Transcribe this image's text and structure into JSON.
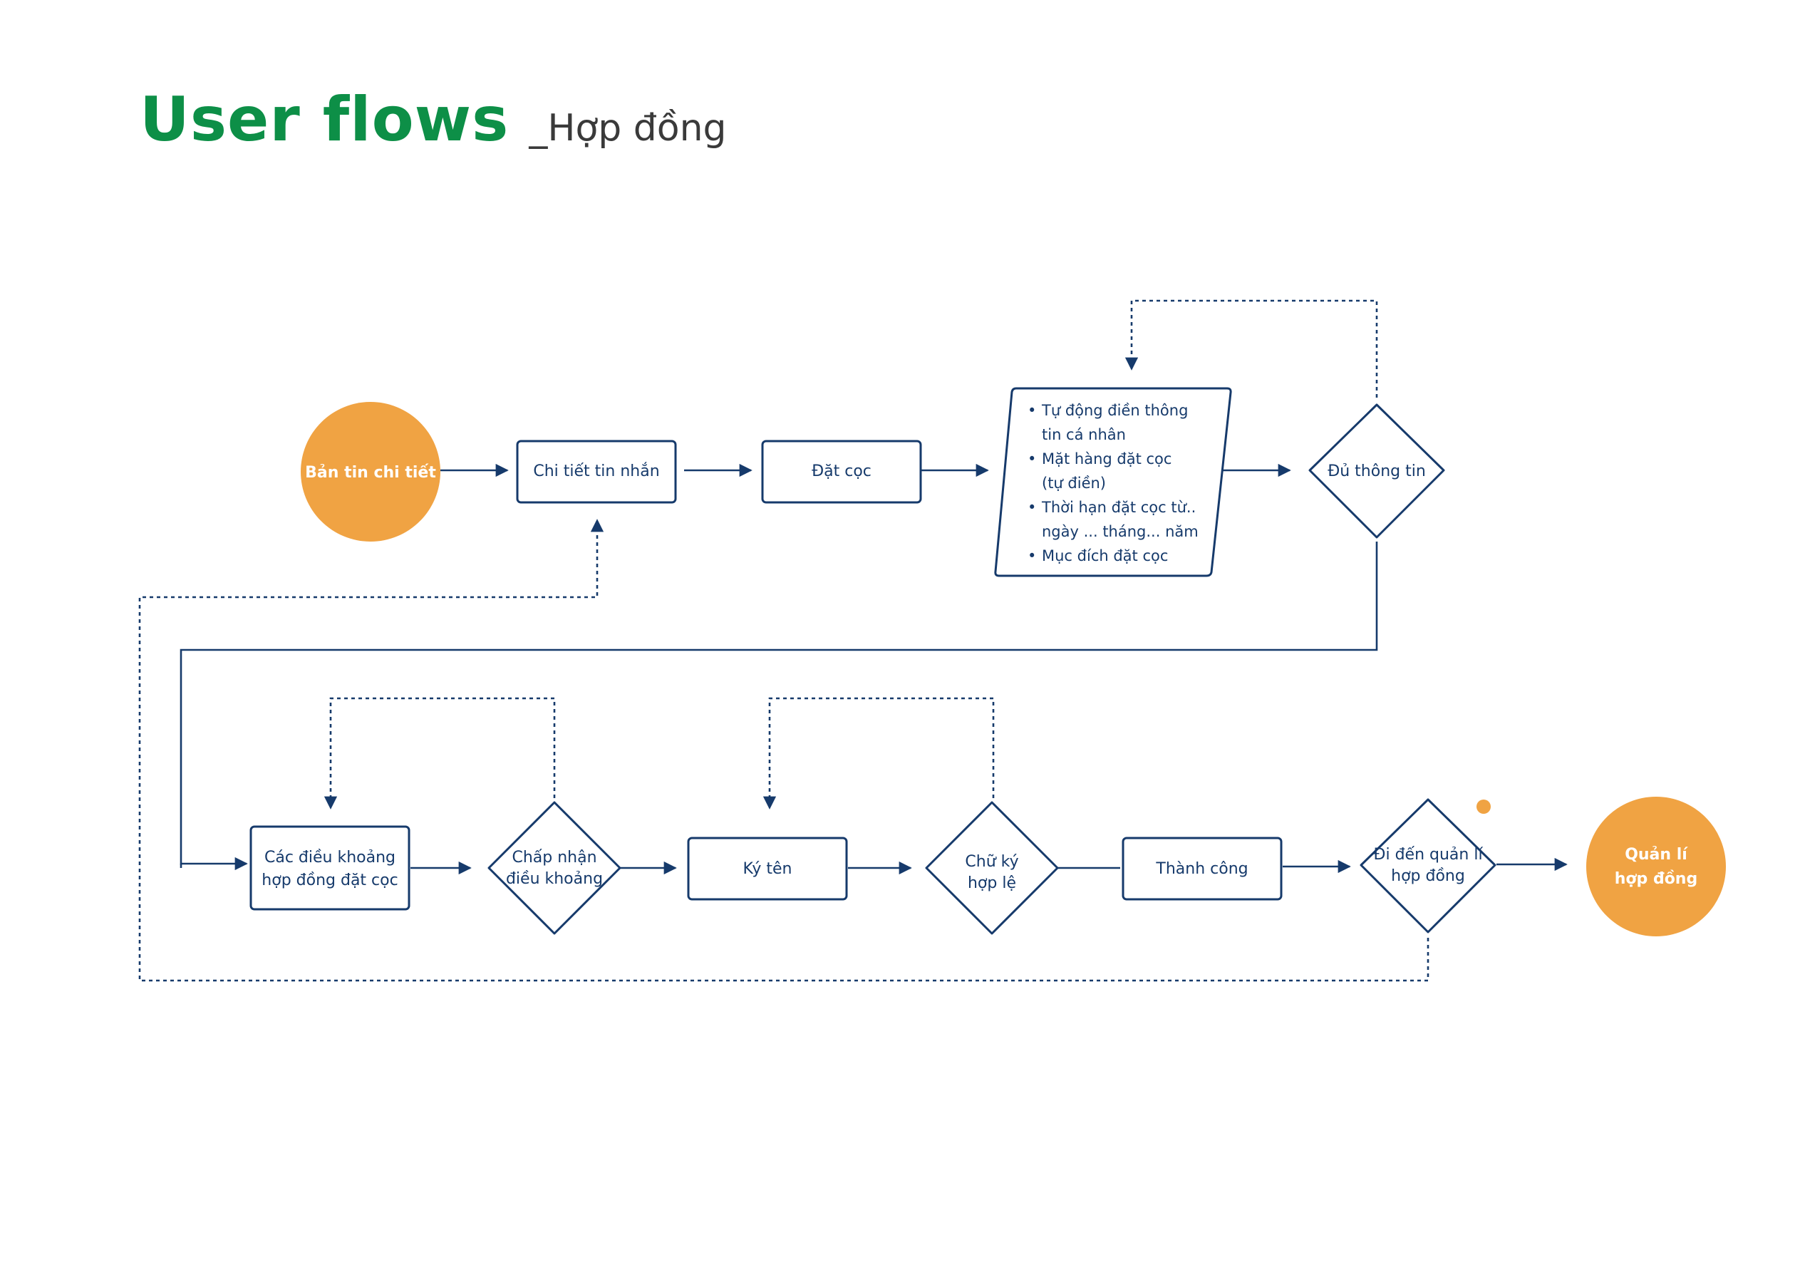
{
  "header": {
    "title": "User flows",
    "subtitle": "_Hợp đồng"
  },
  "colors": {
    "title_green": "#0d8f47",
    "terminal_orange": "#f0a343",
    "stroke_navy": "#163a6b"
  },
  "nodes": {
    "ban_tin": "Bản tin chi tiết",
    "chi_tiet": "Chi tiết tin nhắn",
    "dat_coc": "Đặt cọc",
    "info_list": [
      "Tự động điền thông",
      "tin cá nhân",
      "Mặt hàng đặt cọc",
      "(tự điền)",
      "Thời hạn đặt cọc từ..",
      "ngày ... tháng... năm",
      "Mục đích đặt cọc"
    ],
    "du_thong_tin": "Đủ thông tin",
    "dieu_khoan": [
      "Các điều khoảng",
      "hợp đồng đặt cọc"
    ],
    "chap_nhan": [
      "Chấp nhận",
      "điều khoảng"
    ],
    "ky_ten": "Ký tên",
    "chu_ky": [
      "Chữ ký",
      "hợp lệ"
    ],
    "thanh_cong": "Thành công",
    "di_den": [
      "Đi đến quản lí",
      "hợp đồng"
    ],
    "quan_li": [
      "Quản lí",
      "hợp đồng"
    ]
  },
  "bullet": "•"
}
